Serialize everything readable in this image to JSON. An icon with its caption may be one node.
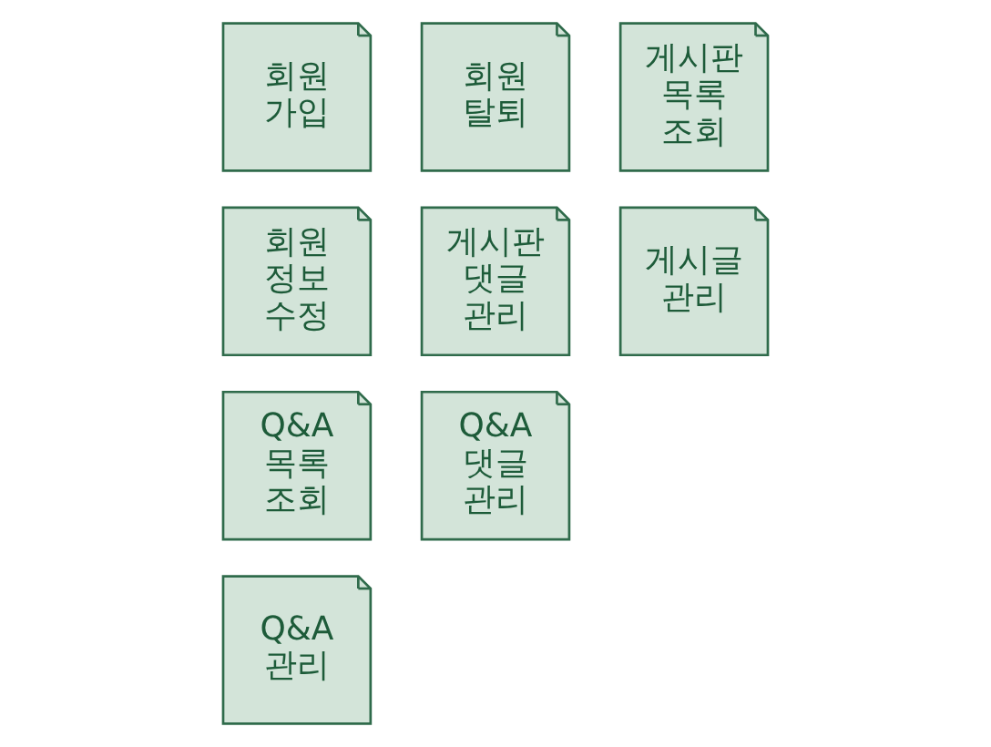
{
  "diagram": {
    "nodes": [
      {
        "text": [
          "회원 가입"
        ]
      },
      {
        "text": [
          "회원 탈퇴"
        ]
      },
      {
        "text": [
          "회원 정보 수정"
        ]
      },
      {
        "text": [
          "게시판 목록 조회"
        ]
      },
      {
        "text": [
          "게시판 댓글 관리"
        ]
      },
      {
        "text": [
          "게시글 관리"
        ]
      },
      {
        "text": [
          "Q&A 목록 조회"
        ]
      },
      {
        "text": [
          "Q&A 댓글 관리"
        ]
      },
      {
        "text": [
          "Q&A 관리"
        ]
      }
    ]
  }
}
